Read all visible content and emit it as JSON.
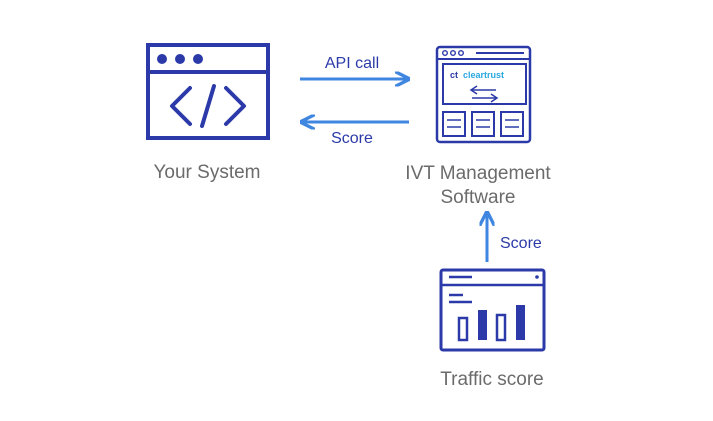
{
  "colors": {
    "icon": "#2b3aa8",
    "arrow": "#3f86e0",
    "caption": "#6b6b6b",
    "arrow_label": "#2b3aa8",
    "brand": "#2aa8e0"
  },
  "nodes": {
    "your_system": {
      "label": "Your System",
      "icon": "code-window-icon"
    },
    "ivt": {
      "label_line1": "IVT Management",
      "label_line2": "Software",
      "icon": "dashboard-window-icon"
    },
    "traffic": {
      "label": "Traffic score",
      "icon": "bar-chart-window-icon"
    }
  },
  "edges": {
    "api_call": {
      "label": "API call",
      "from": "Your System",
      "to": "IVT Management Software"
    },
    "score_back": {
      "label": "Score",
      "from": "IVT Management Software",
      "to": "Your System"
    },
    "score_up": {
      "label": "Score",
      "from": "Traffic score",
      "to": "IVT Management Software"
    }
  },
  "brand": {
    "prefix": "ct",
    "name": "cleartrust"
  }
}
